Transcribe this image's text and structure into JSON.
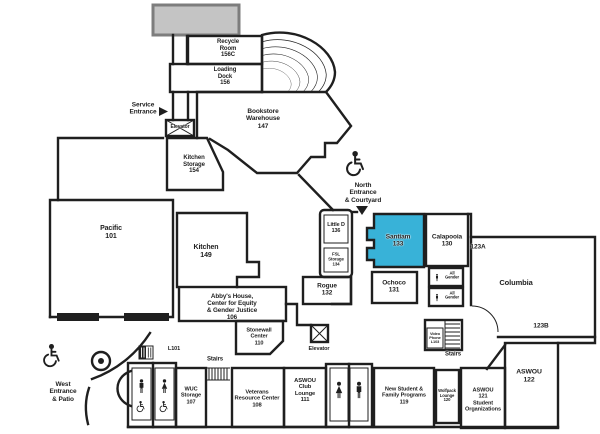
{
  "colors": {
    "wall": "#1f1f1f",
    "highlight": "#38b2d8",
    "truck": "#c4c4c4",
    "truckStroke": "#7d7d7d",
    "paper": "#ffffff"
  },
  "map": {
    "highlighted_room": "Santiam 133",
    "rooms": {
      "recycle_room": "Recycle\nRoom\n156C",
      "loading_dock": "Loading\nDock\n156",
      "bookstore_warehouse": "Bookstore\nWarehouse\n147",
      "kitchen_storage": "Kitchen\nStorage\n154",
      "pacific": "Pacific\n101",
      "kitchen": "Kitchen\n149",
      "abbys_house": "Abby's House,\nCenter for Equity\n& Gender Justice\n106",
      "stonewall_center": "Stonewall\nCenter\n110",
      "rogue": "Rogue\n132",
      "little_d": "Little D\n136",
      "fsl_storage": "FSL\nStorage\n134",
      "santiam": "Santiam\n133",
      "calapooia": "Calapooia\n130",
      "columbia": "Columbia",
      "ochoco": "Ochoco\n131",
      "wuc_storage": "WUC\nStorage\n107",
      "veterans_resource_center": "Veterans\nResource Center\n108",
      "aswou_club_lounge": "ASWOU\nClub\nLounge\n111",
      "new_student_family_programs": "New Student &\nFamily Programs\n119",
      "wolfpack_lounge": "Wolfpack\nLounge\n120",
      "aswou_121": "ASWOU\n121\nStudent\nOrganizations",
      "aswou_122": "ASWOU\n122"
    },
    "areas": {
      "service_entrance": "Service\nEntrance",
      "north_entrance": "North\nEntrance\n& Courtyard",
      "west_entrance": "West\nEntrance\n& Patio",
      "elevator_upper": "Elevator",
      "elevator_lower": "Elevator",
      "stairs_left": "Stairs",
      "stairs_right": "Stairs",
      "area_123a": "123A",
      "area_123b": "123B",
      "l101": "L101",
      "all_gender_upper": "All\nGender",
      "all_gender_lower": "All\nGender",
      "video_phone": "Video\nPhone\nL103"
    },
    "icons": {
      "accessibility": "wheelchair-symbol",
      "elevator": "crossed-box",
      "restroom_male": "man-figure",
      "restroom_female": "woman-figure",
      "stairs": "hatched-treads",
      "entrance_arrow": "solid-triangle",
      "video_phone_station": "striped-box",
      "patio_column": "double-circle"
    }
  }
}
